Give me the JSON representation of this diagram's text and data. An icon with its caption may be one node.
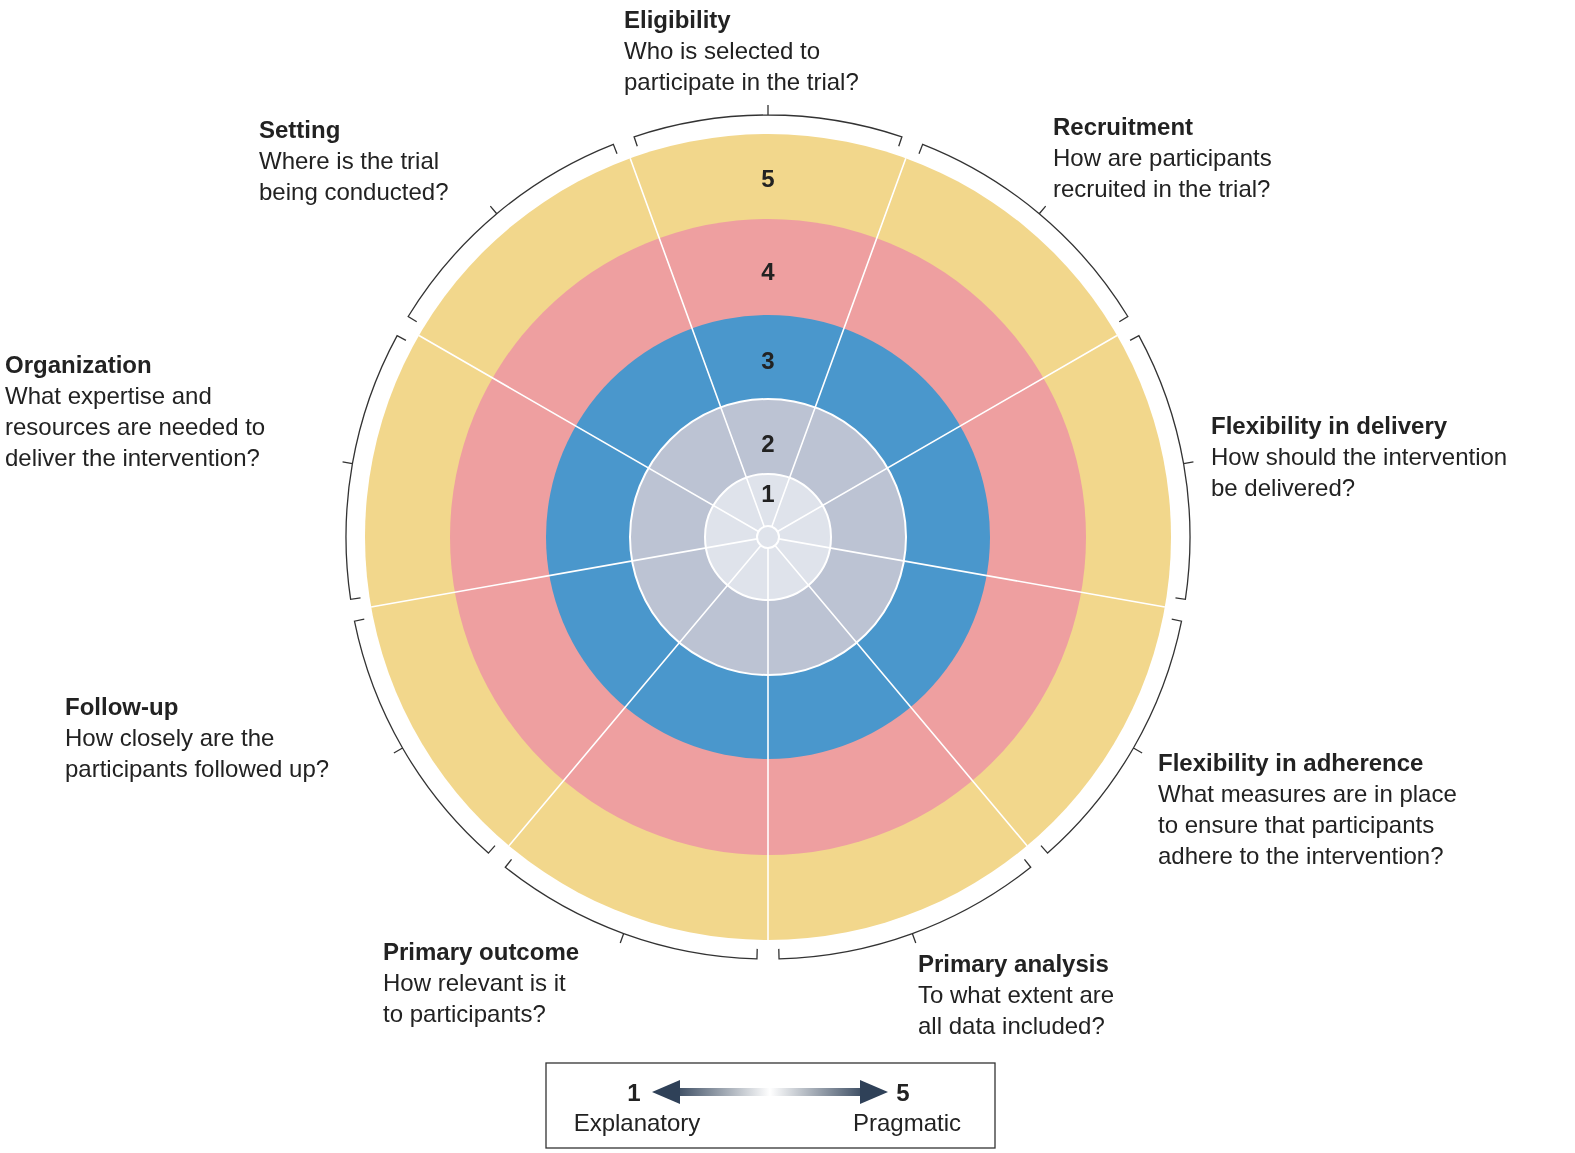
{
  "diagram": {
    "labels": [
      "Eligibility",
      "Who is selected to participate in the trial?",
      "Setting",
      "Where is the trial being conducted?",
      "Recruitment",
      "How are participants recruited in the trial?",
      "5",
      "4",
      "3",
      "Organization",
      "What expertise and resources are needed to deliver the intervention?",
      "Flexibility in delivery",
      "How should the intervention be delivered?",
      "2",
      "1",
      "Follow-up",
      "How closely are the participants followed up?",
      "Flexibility in adherence",
      "What measures are in place to ensure that participants adhere to the intervention?",
      "Primary outcome",
      "How relevant is it to participants?",
      "Primary analysis",
      "To what extent are all data included?",
      "1",
      "5",
      "Explanatory",
      "Pragmatic"
    ]
  }
}
